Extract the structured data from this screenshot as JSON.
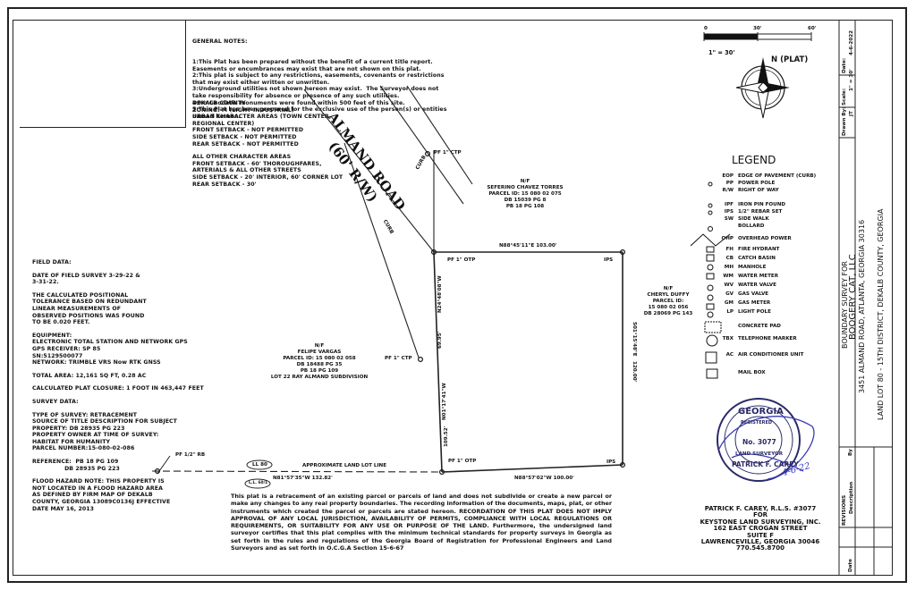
{
  "general_notes": {
    "title": "GENERAL NOTES:",
    "lines": [
      "1:This Plat has been prepared without the benefit of a current title report.",
      "Easements or encumbrances may exist that are not shown on this plat.",
      "2:This plat is subject to any restrictions, easements, covenants or restrictions",
      "that may exist either written or unwritten.",
      "3:Underground utilities not shown hereon may exist.  The Surveyor does not",
      "take responsibility for absence or presence of any such utilities.",
      "4:No Geodetic monuments were found within 500 feet of this site.",
      "5:This Plat has been prepared for the exclusive use of the person(s) or entities",
      "named hereon."
    ]
  },
  "zoning": {
    "lines": [
      "DEKALB COUNTY",
      "ZONING: M (LIGHT INDUSTRIAL)",
      "URBAN CHARACTER AREAS (TOWN CENTER,",
      "REGIONAL CENTER)",
      "FRONT SETBACK - NOT PERMITTED",
      "SIDE SETBACK - NOT PERMITTED",
      "REAR SETBACK - NOT PERMITTED",
      "",
      "ALL OTHER CHARACTER AREAS",
      "FRONT SETBACK - 60' THOROUGHFARES,",
      "ARTERIALS & ALL OTHER STREETS",
      "SIDE SETBACK - 20' INTERIOR, 60' CORNER LOT",
      "REAR SETBACK - 30'"
    ]
  },
  "field_data": {
    "lines": [
      "FIELD DATA:",
      "",
      "DATE OF FIELD SURVEY 3-29-22 &",
      "3-31-22.",
      "",
      "THE CALCULATED POSITIONAL",
      "TOLERANCE BASED ON REDUNDANT",
      "LINEAR MEASUREMENTS OF",
      "OBSERVED POSITIONS WAS FOUND",
      "TO BE 0.020 FEET.",
      "",
      "EQUIPMENT:",
      "ELECTRONIC TOTAL STATION AND NETWORK GPS",
      "GPS RECEIVER: SP 85",
      "SN:5129500077",
      "NETWORK: TRIMBLE VRS Now RTK GNSS",
      "",
      "TOTAL AREA: 12,161 SQ FT, 0.28 AC",
      "",
      "CALCULATED PLAT CLOSURE: 1 FOOT IN 463,447 FEET",
      "",
      "SURVEY DATA:",
      "",
      "TYPE OF SURVEY: RETRACEMENT",
      "SOURCE OF TITLE DESCRIPTION FOR SUBJECT",
      "PROPERTY: DB 28935 PG 223",
      "PROPERTY OWNER AT TIME OF SURVEY:",
      "HABITAT FOR HUMANITY",
      "PARCEL NUMBER:15-080-02-086",
      "",
      "REFERENCE:  PB 18 PG 109",
      "                DB 28935 PG 223",
      "",
      "FLOOD HAZARD NOTE: THIS PROPERTY IS",
      "NOT LOCATED IN A FLOOD HAZARD AREA",
      "AS DEFINED BY FIRM MAP OF DEKALB",
      "COUNTY, GEORGIA 13089C0136J EFFECTIVE",
      "DATE MAY 16, 2013"
    ]
  },
  "road": {
    "name": "ALMAND ROAD",
    "row": "(60' R/W)",
    "curb": "CURB"
  },
  "parcels": {
    "north": [
      "N/F",
      "SEFERINO CHAVEZ TORRES",
      "PARCEL ID: 15 080 02 075",
      "DB 15039 PG 8",
      "PB 18 PG 108"
    ],
    "east": [
      "N/F",
      "CHERYL DUFFY",
      "PARCEL ID:",
      "15 080 02 056",
      "DB 28069 PG 143"
    ],
    "subject": [
      "N/F",
      "FELIPE VARGAS",
      "PARCEL ID: 15 080 02 058",
      "DB 18488 PG 35",
      "PB 18 PG 109",
      "LOT 22 RAY ALMAND SUBDIVISION"
    ]
  },
  "plat_labels": {
    "pf_ctp_1": "PF 1\" CTP",
    "pf_otp_1": "PF 1\" OTP",
    "ips_1": "IPS",
    "pf_ctp_2": "PF 1\" CTP",
    "pf_rb": "PF 1/2\" RB",
    "pf_otp_2": "PF 1\" OTP",
    "ips_2": "IPS",
    "north_line": "N88°45'11\"E  103.00'",
    "south_line": "N88°57'02\"W  100.00'",
    "tie_line": "N81°57'35\"W  132.82'",
    "lot_line": "APPROXIMATE LAND LOT LINE",
    "ll_mark": "LL 80",
    "ll_mark2": "L.L. 60/1",
    "west_upper": "N24°48'08\"W",
    "west_upper_dist": "69.95'",
    "west_lower": "N01°17'41\"W",
    "west_lower_dist": "109.52'",
    "east_side": "S01°15'48\"E",
    "east_side_dist": "120.00'"
  },
  "scale_bar": {
    "ticks": [
      "0",
      "30'",
      "60'"
    ],
    "ratio": "1\" = 30'"
  },
  "north_arrow": {
    "label": "N (PLAT)"
  },
  "legend": {
    "title": "LEGEND",
    "items": [
      {
        "code": "EOP",
        "desc": "EDGE OF PAVEMENT (CURB)"
      },
      {
        "code": "PP",
        "desc": "POWER POLE"
      },
      {
        "code": "R/W",
        "desc": "RIGHT OF WAY"
      },
      {
        "code": "IPF",
        "desc": "IRON PIN FOUND"
      },
      {
        "code": "IPS",
        "desc": "1/2\" REBAR SET"
      },
      {
        "code": "SW",
        "desc": "SIDE WALK"
      },
      {
        "code": "",
        "desc": "BOLLARD"
      },
      {
        "code": "OHP",
        "desc": "OVERHEAD POWER"
      },
      {
        "code": "FH",
        "desc": "FIRE HYDRANT"
      },
      {
        "code": "CB",
        "desc": "CATCH BASIN"
      },
      {
        "code": "MH",
        "desc": "MANHOLE"
      },
      {
        "code": "WM",
        "desc": "WATER METER"
      },
      {
        "code": "WV",
        "desc": "WATER VALVE"
      },
      {
        "code": "GV",
        "desc": "GAS VALVE"
      },
      {
        "code": "GM",
        "desc": "GAS METER"
      },
      {
        "code": "LP",
        "desc": "LIGHT POLE"
      },
      {
        "code": "",
        "desc": "CONCRETE PAD"
      },
      {
        "code": "TBX",
        "desc": "TELEPHONE MARKER"
      },
      {
        "code": "AC",
        "desc": "AIR CONDITIONER UNIT"
      },
      {
        "code": "",
        "desc": "MAIL BOX"
      }
    ]
  },
  "certification": "This plat is a retracement of an existing parcel or parcels of land and does not subdivide or create a new parcel or make any changes to any real property boundaries.  The recording information of the documents, maps, plat, or other instruments which created the parcel or parcels are stated hereon.  RECORDATION OF THIS PLAT DOES NOT IMPLY APPROVAL OF ANY LOCAL JURISDICTION, AVAILABILITY OF PERMITS, COMPLIANCE WITH LOCAL REGULATIONS OR REQUIREMENTS, OR SUITABILITY FOR ANY USE OR PURPOSE OF THE LAND.  Furthermore, the undersigned land surveyor certifies that this plat complies with the minimum technical standards for property surveys in Georgia as set forth in the rules and regulations of the Georgia Board of Registration for Professional Engineers and Land Surveyors and as set forth in O.C.G.A Section 15-6-67",
  "surveyor": {
    "lines": [
      "PATRICK F. CAREY, R.L.S. #3077",
      "FOR",
      "KEYSTONE LAND SURVEYING, INC.",
      "162 EAST CROGAN STREET",
      "SUITE F",
      "LAWRENCEVILLE, GEORGIA 30046",
      "770.545.8700"
    ]
  },
  "seal": {
    "top": "GEORGIA",
    "registered": "REGISTERED",
    "number": "No. 3077",
    "land_surveyor": "LAND SURVEYOR",
    "name": "PATRICK F. CAREY",
    "signature_date": "4-6-22"
  },
  "title_block": {
    "date_label": "Date:",
    "date": "4-6-2022",
    "scale_label": "Scale:",
    "scale": "1\" = 30'",
    "drawn_label": "Drawn By:",
    "drawn": "JT",
    "survey_for": "BOUNDARY SURVEY FOR",
    "client": "BOOGERY CAT, LLC",
    "address": "3451 ALMAND ROAD, ATLANTA, GEORGIA 30316",
    "land_lot": "LAND LOT 80 - 15TH DISTRICT, DEKALB COUNTY, GEORGIA",
    "revisions_label": "REVISIONS",
    "description_label": "Description",
    "by_label": "By",
    "date_col_label": "Date"
  }
}
